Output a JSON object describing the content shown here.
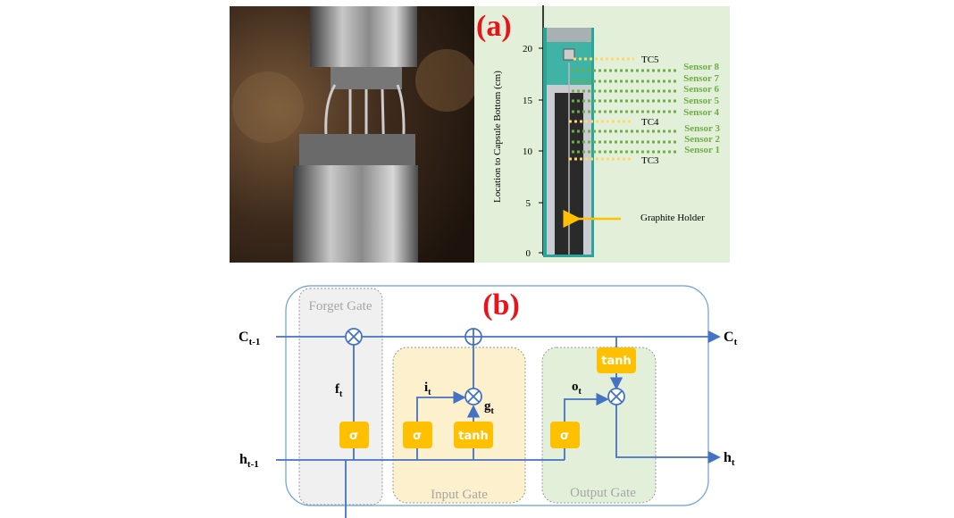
{
  "panel_a": {
    "label": "(a)",
    "axis_label": "Location to Capsule Bottom  (cm)",
    "ticks": [
      "0",
      "5",
      "10",
      "15",
      "20"
    ],
    "thermocouples": [
      "TC5",
      "TC4",
      "TC3"
    ],
    "sensors": [
      "Sensor 8",
      "Sensor 7",
      "Sensor 6",
      "Sensor 5",
      "Sensor 4",
      "Sensor 3",
      "Sensor 2",
      "Sensor 1"
    ],
    "graphite_holder": "Graphite Holder",
    "colors": {
      "background": "#e2efd9",
      "sensor": "#70ad47",
      "tc": "#ffd966",
      "capsule": "#2aa59a"
    }
  },
  "panel_b": {
    "label": "(b)",
    "forget_gate": "Forget Gate",
    "input_gate": "Input Gate",
    "output_gate": "Output Gate",
    "sigma": "σ",
    "tanh": "tanh",
    "c_prev": {
      "base": "C",
      "sub": "t-1"
    },
    "c_next": {
      "base": "C",
      "sub": "t"
    },
    "h_prev": {
      "base": "h",
      "sub": "t-1"
    },
    "h_next": {
      "base": "h",
      "sub": "t"
    },
    "f": {
      "base": "f",
      "sub": "t"
    },
    "i": {
      "base": "i",
      "sub": "t"
    },
    "g": {
      "base": "g",
      "sub": "t"
    },
    "o": {
      "base": "o",
      "sub": "t"
    },
    "colors": {
      "line": "#4472c4",
      "box": "#ffc000",
      "label_red": "#e8141b"
    }
  }
}
